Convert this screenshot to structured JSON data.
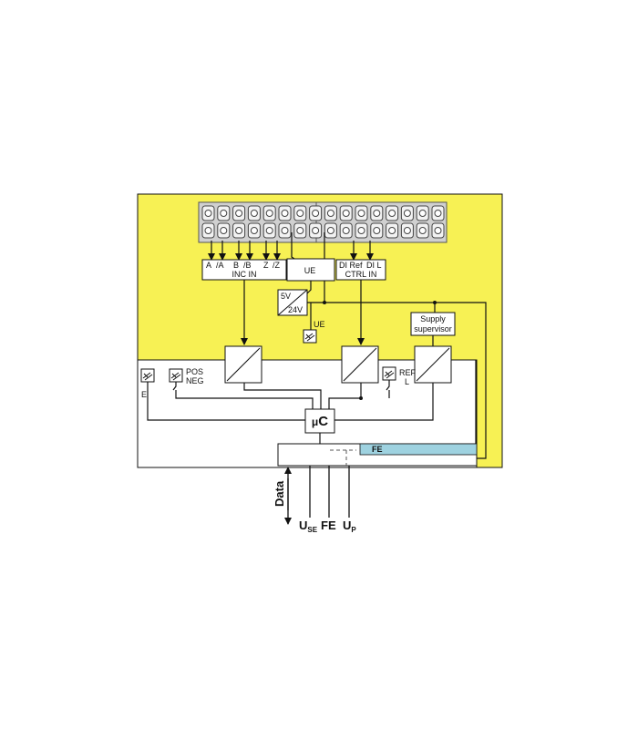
{
  "colors": {
    "zone_yellow": "#f7f154",
    "zone_white": "#ffffff",
    "fe_bar": "#9ed2e0",
    "line": "#111111"
  },
  "inc_in": {
    "signals": [
      "A",
      "/A",
      "B",
      "/B",
      "Z",
      "/Z"
    ],
    "label": "INC IN"
  },
  "ue_box": {
    "label": "UE"
  },
  "ctrl_in": {
    "signals": [
      "DI Ref",
      "DI L"
    ],
    "label": "CTRL IN"
  },
  "dc_converter": {
    "in_label": "5V",
    "out_label": "24V"
  },
  "ue_indicator": {
    "label": "UE"
  },
  "supply_supervisor": {
    "line1": "Supply",
    "line2": "supervisor"
  },
  "indicators": {
    "e": {
      "label": "E"
    },
    "pos_neg": {
      "line1": "POS",
      "line2": "NEG"
    },
    "ref_l": {
      "line1": "REF",
      "line2": "L"
    }
  },
  "microcontroller": {
    "prefix": "μ",
    "label": "C"
  },
  "fe_bar_label": "FE",
  "bus_signals": {
    "data": "Data",
    "use": {
      "main": "U",
      "sub": "SE"
    },
    "fe": "FE",
    "up": {
      "main": "U",
      "sub": "P"
    }
  }
}
